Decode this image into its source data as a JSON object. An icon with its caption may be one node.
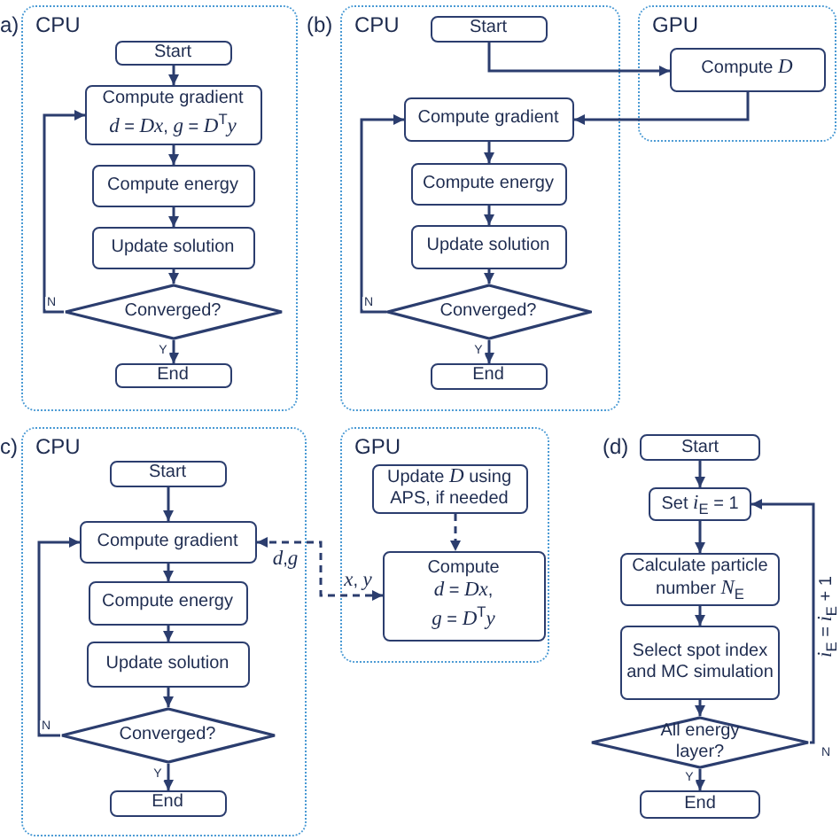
{
  "diagram": {
    "nodes": [
      {
        "text": [
          "CPU"
        ],
        "beside": [
          "a)"
        ]
      },
      {
        "text": [
          "Start"
        ],
        "in": 0
      },
      {
        "text": [
          "Compute gradient",
          "*d* = *Dx*, *g* = *D*$^{T}$*y*"
        ],
        "in": 0
      },
      {
        "text": [
          "Compute energy"
        ],
        "in": 0
      },
      {
        "text": [
          "Update solution"
        ],
        "in": 0
      },
      {
        "text": [
          "Converged?"
        ],
        "in": 0
      },
      {
        "text": [
          "End"
        ],
        "in": 0
      },
      {
        "text": [
          "CPU"
        ],
        "beside": [
          "(b)"
        ]
      },
      {
        "text": [
          "Start"
        ],
        "in": 7
      },
      {
        "text": [
          "Compute gradient"
        ],
        "in": 7
      },
      {
        "text": [
          "Compute energy"
        ],
        "in": 7
      },
      {
        "text": [
          "Update solution"
        ],
        "in": 7
      },
      {
        "text": [
          "Converged?"
        ],
        "in": 7
      },
      {
        "text": [
          "End"
        ],
        "in": 7
      },
      {
        "text": [
          "GPU"
        ]
      },
      {
        "text": [
          "Compute *D*"
        ],
        "in": 14
      },
      {
        "text": [
          "CPU"
        ],
        "beside": [
          "c)"
        ]
      },
      {
        "text": [
          "Start"
        ],
        "in": 16
      },
      {
        "text": [
          "Compute gradient"
        ],
        "in": 16
      },
      {
        "text": [
          "Compute energy"
        ],
        "in": 16
      },
      {
        "text": [
          "Update solution"
        ],
        "in": 16
      },
      {
        "text": [
          "Converged?"
        ],
        "in": 16
      },
      {
        "text": [
          "End"
        ],
        "in": 16
      },
      {
        "text": [
          "GPU"
        ]
      },
      {
        "text": [
          "Update *D* using APS, if needed"
        ],
        "in": 23
      },
      {
        "text": [
          "Compute",
          "*d* = *Dx*, *g* = *D*$^{T}$*y*"
        ],
        "in": 23
      },
      {
        "text": [
          "Start"
        ],
        "beside": [
          "(d)"
        ]
      },
      {
        "text": [
          "Set *i*$_{E}$ = 1"
        ]
      },
      {
        "text": [
          "Calculate particle number *N*$_{E}$"
        ]
      },
      {
        "text": [
          "Select spot index and MC simulation"
        ]
      },
      {
        "text": [
          "All energy layer?"
        ]
      },
      {
        "text": [
          "End"
        ]
      }
    ],
    "edges": [
      {
        "from": 1,
        "to": 2,
        "arrow": "to"
      },
      {
        "from": 2,
        "to": 3,
        "arrow": "to"
      },
      {
        "from": 3,
        "to": 4,
        "arrow": "to"
      },
      {
        "from": 4,
        "to": 5,
        "arrow": "to"
      },
      {
        "from": 5,
        "to": 6,
        "arrow": "to",
        "label": "Y"
      },
      {
        "from": 5,
        "to": 2,
        "arrow": "to",
        "label": "N"
      },
      {
        "from": 8,
        "to": 15,
        "arrow": "to"
      },
      {
        "from": 15,
        "to": 9,
        "arrow": "to"
      },
      {
        "from": 9,
        "to": 10,
        "arrow": "to"
      },
      {
        "from": 10,
        "to": 11,
        "arrow": "to"
      },
      {
        "from": 11,
        "to": 12,
        "arrow": "to"
      },
      {
        "from": 12,
        "to": 13,
        "arrow": "to",
        "label": "Y"
      },
      {
        "from": 12,
        "to": 9,
        "arrow": "to",
        "label": "N"
      },
      {
        "from": 17,
        "to": 18,
        "arrow": "to"
      },
      {
        "from": 18,
        "to": 19,
        "arrow": "to"
      },
      {
        "from": 19,
        "to": 20,
        "arrow": "to"
      },
      {
        "from": 20,
        "to": 21,
        "arrow": "to"
      },
      {
        "from": 21,
        "to": 22,
        "arrow": "to",
        "label": "Y"
      },
      {
        "from": 21,
        "to": 18,
        "arrow": "to",
        "label": "N"
      },
      {
        "from": 18,
        "to": 25,
        "arrow": "both",
        "label": "*d*,*g*",
        "style": "dashed"
      },
      {
        "from": 24,
        "to": 25,
        "arrow": "to",
        "style": "dashed"
      },
      {
        "from": 26,
        "to": 27,
        "arrow": "to"
      },
      {
        "from": 27,
        "to": 28,
        "arrow": "to"
      },
      {
        "from": 28,
        "to": 29,
        "arrow": "to"
      },
      {
        "from": 29,
        "to": 30,
        "arrow": "to"
      },
      {
        "from": 30,
        "to": 31,
        "arrow": "to",
        "label": "Y"
      },
      {
        "from": 30,
        "to": 27,
        "arrow": "to",
        "label": "*i*$_{E}$ = *i*$_{E}$ + 1"
      }
    ],
    "labels": [
      "*x*, *y*",
      "N"
    ]
  }
}
